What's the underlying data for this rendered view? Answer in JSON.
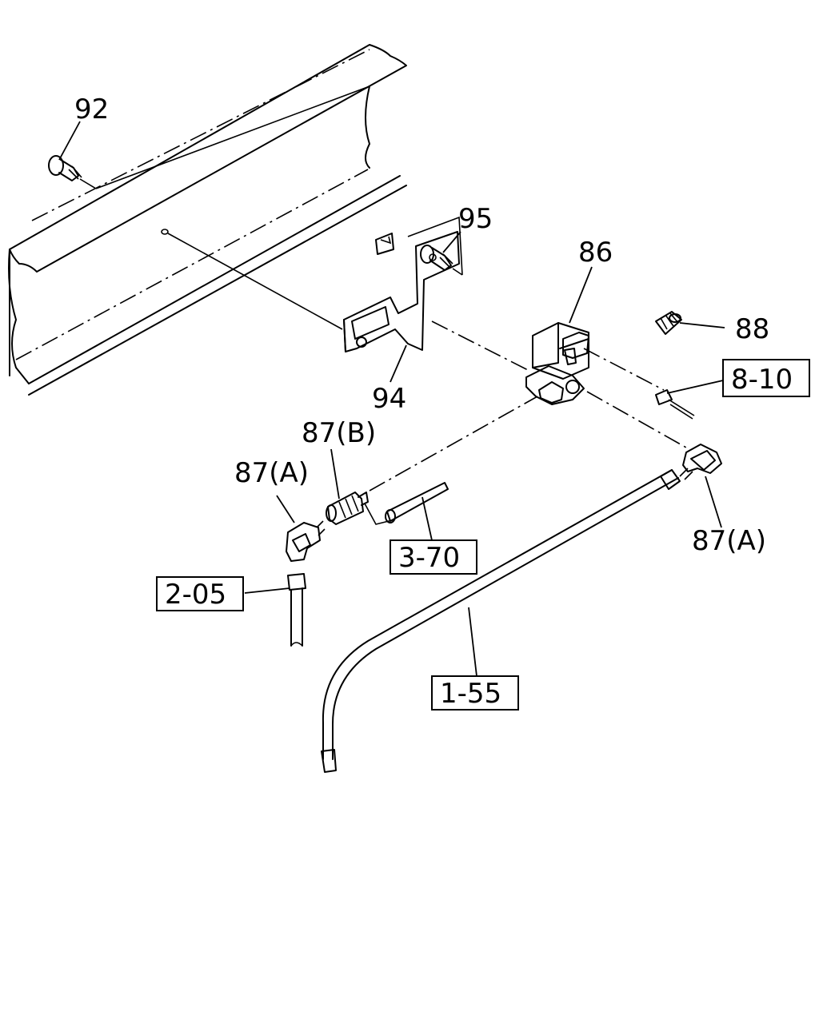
{
  "callouts": {
    "p92": "92",
    "p95": "95",
    "p86": "86",
    "p88": "88",
    "p94": "94",
    "p87b": "87(B)",
    "p87a_left": "87(A)",
    "p87a_right": "87(A)"
  },
  "references": {
    "r810": "8-10",
    "r370": "3-70",
    "r205": "2-05",
    "r155": "1-55"
  }
}
